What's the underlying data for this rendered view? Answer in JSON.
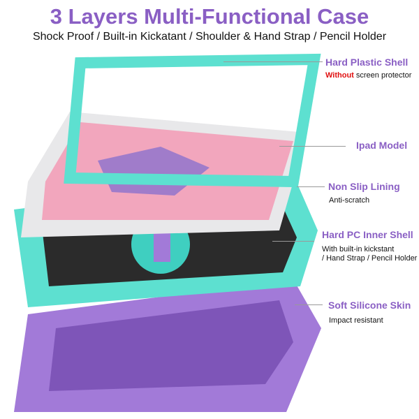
{
  "header": {
    "title": "3 Layers Multi-Functional Case",
    "subtitle": "Shock Proof / Built-in Kickatant / Shoulder & Hand Strap / Pencil Holder"
  },
  "callouts": [
    {
      "label": "Hard Plastic Shell",
      "desc_highlight": "Without",
      "desc": " screen protector"
    },
    {
      "label": "Ipad Model"
    },
    {
      "label": "Non Slip Lining",
      "desc": "Anti-scratch"
    },
    {
      "label": "Hard PC Inner Shell",
      "desc1": "With built-in kickstant",
      "desc2": "/ Hand Strap / Pencil Holder"
    },
    {
      "label": "Soft Silicone Skin",
      "desc": "Impact resistant"
    }
  ],
  "colors": {
    "accent": "#8a5fc4",
    "mint": "#5de0d0",
    "purple": "#a27ad8",
    "red": "#e01010"
  }
}
